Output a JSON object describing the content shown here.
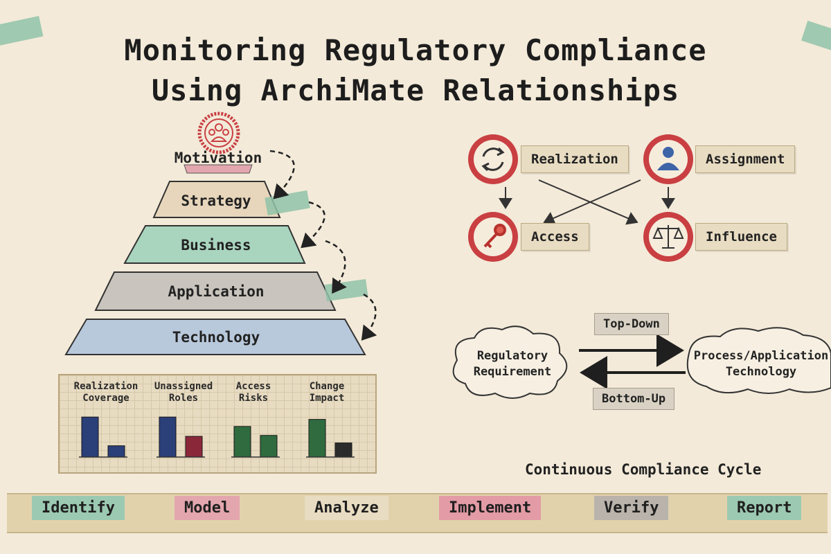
{
  "title": {
    "line1": "Monitoring Regulatory Compliance",
    "line2": "Using ArchiMate Relationships"
  },
  "pyramid": {
    "layers": [
      {
        "label": "Motivation",
        "color": "#e3a6ae"
      },
      {
        "label": "Strategy",
        "color": "#e7d6bb"
      },
      {
        "label": "Business",
        "color": "#a9d5bf"
      },
      {
        "label": "Application",
        "color": "#c9c4bd"
      },
      {
        "label": "Technology",
        "color": "#b9c9dc"
      }
    ],
    "badge_icon": "people-group-icon"
  },
  "relationships": {
    "items": [
      {
        "label": "Realization",
        "icon": "cycle-arrows-icon"
      },
      {
        "label": "Assignment",
        "icon": "person-icon"
      },
      {
        "label": "Access",
        "icon": "key-icon"
      },
      {
        "label": "Influence",
        "icon": "scales-icon"
      }
    ],
    "medallion_color": "#c93f42"
  },
  "chart_data": {
    "type": "bar",
    "categories": [
      "Realization Coverage",
      "Unassigned Roles",
      "Access Risks",
      "Change Impact"
    ],
    "series": [
      {
        "values": [
          0.85,
          0.85,
          0.65,
          0.8
        ]
      },
      {
        "values": [
          0.24,
          0.44,
          0.46,
          0.3
        ]
      }
    ],
    "bar_colors": [
      [
        "#2b3f78",
        "#2b3f78"
      ],
      [
        "#2b3f78",
        "#8a2839"
      ],
      [
        "#2f6b3e",
        "#2f6b3e"
      ],
      [
        "#2f6b3e",
        "#2b2b2b"
      ]
    ],
    "ylim": [
      0,
      1
    ],
    "grid": true
  },
  "flow": {
    "top_label": "Top-Down",
    "bottom_label": "Bottom-Up",
    "left_cloud": {
      "line1": "Regulatory",
      "line2": "Requirement"
    },
    "right_cloud": {
      "line1": "Process/Application",
      "line2": "Technology"
    },
    "cycle_title": "Continuous Compliance Cycle"
  },
  "cycle": {
    "steps": [
      {
        "label": "Identify",
        "color": "#9cc9b1"
      },
      {
        "label": "Model",
        "color": "#e3a6ae"
      },
      {
        "label": "Analyze",
        "color": "#e8dcc2"
      },
      {
        "label": "Implement",
        "color": "#e39ba6"
      },
      {
        "label": "Verify",
        "color": "#b9b3ab"
      },
      {
        "label": "Report",
        "color": "#9cc9b1"
      }
    ]
  },
  "colors": {
    "background": "#f3ead9",
    "tape_green": "#8fc3a8",
    "ink": "#222222"
  }
}
